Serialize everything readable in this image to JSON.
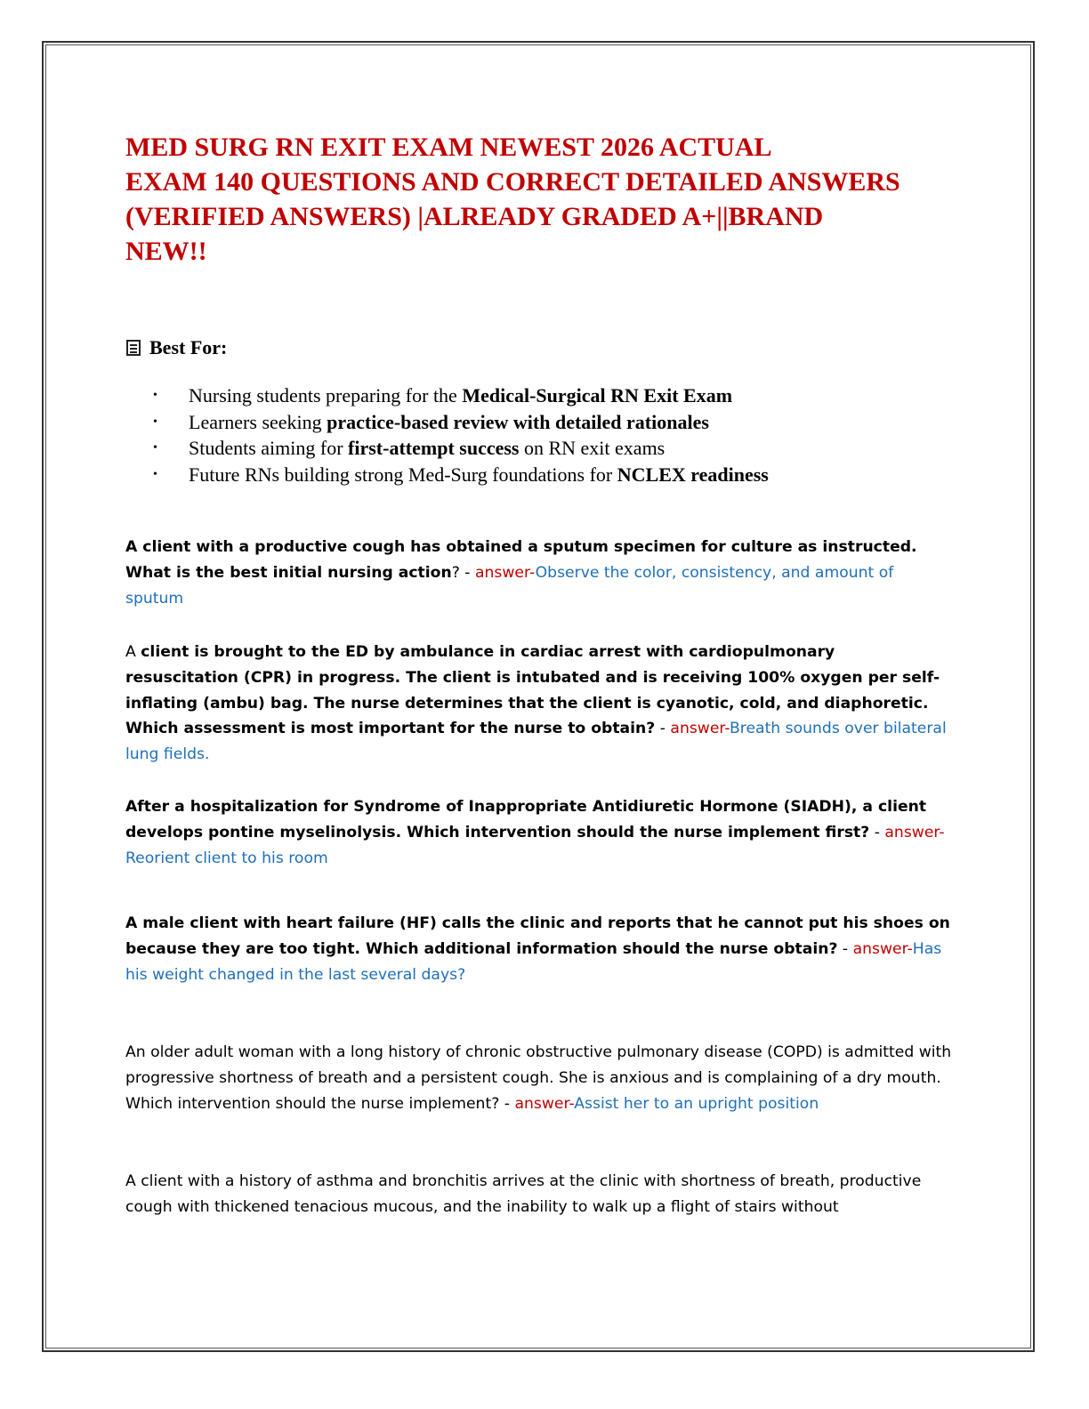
{
  "document": {
    "title_lines": [
      "MED SURG RN EXIT EXAM NEWEST 2026 ACTUAL",
      "EXAM 140 QUESTIONS AND CORRECT DETAILED ANSWERS",
      "(VERIFIED ANSWERS) |ALREADY GRADED A+||BRAND",
      "NEW!!"
    ],
    "best_for": {
      "heading": "Best For:",
      "items": [
        {
          "plain": "Nursing students preparing for the ",
          "bold": "Medical-Surgical RN Exit Exam",
          "tail": ""
        },
        {
          "plain": "Learners seeking ",
          "bold": "practice-based review with detailed rationales",
          "tail": ""
        },
        {
          "plain": "Students aiming for ",
          "bold": "first-attempt success",
          "tail": " on RN exit exams"
        },
        {
          "plain": "Future RNs building strong Med-Surg foundations for ",
          "bold": "NCLEX readiness",
          "tail": ""
        }
      ]
    },
    "answer_label": "answer",
    "questions": [
      {
        "lead": "",
        "question": "A client with a productive cough has obtained a sputum specimen for culture as instructed. What is the best initial nursing action",
        "sep": "? - ",
        "answer": "Observe the color, consistency, and amount of sputum"
      },
      {
        "lead": "A ",
        "question": "client is brought to the ED by ambulance in cardiac arrest with cardiopulmonary resuscitation (CPR) in progress. The client is intubated and is receiving 100% oxygen per self-inflating (ambu) bag. The nurse determines that the client is cyanotic, cold, and diaphoretic. Which assessment is most important for the nurse to obtain?",
        "sep": " - ",
        "answer": "Breath sounds over bilateral lung fields."
      },
      {
        "lead": "",
        "question": "After a hospitalization for Syndrome of Inappropriate Antidiuretic Hormone (SIADH), a client develops pontine myselinolysis. Which intervention should the nurse implement first?",
        "sep": " - ",
        "answer": "Reorient client to his room"
      },
      {
        "lead": "",
        "question": "A male client with heart failure (HF) calls the clinic and reports that he cannot put his shoes on because they are too tight. Which additional information should the nurse obtain?",
        "sep": " - ",
        "answer": "Has his weight changed in the last several days?"
      },
      {
        "lead": "An older adult woman with a long history of chronic obstructive pulmonary disease (COPD) is admitted with progressive shortness of breath and a persistent cough. She is anxious and is complaining of a dry mouth. Which intervention should the nurse implement?",
        "question": "",
        "sep": " - ",
        "answer": "Assist her to an upright position"
      },
      {
        "lead": "A client with a history of asthma and bronchitis arrives at the clinic with shortness of breath, productive cough with thickened tenacious mucous, and the inability to walk up a flight of stairs without",
        "question": "",
        "sep": "",
        "answer": ""
      }
    ]
  }
}
